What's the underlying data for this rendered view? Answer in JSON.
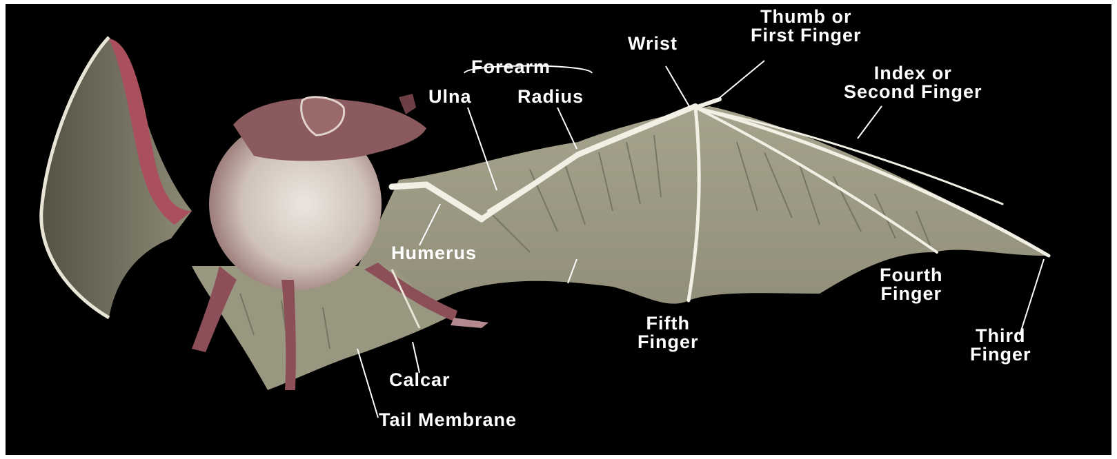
{
  "labels": {
    "forearm": "Forearm",
    "ulna": "Ulna",
    "radius": "Radius",
    "wrist": "Wrist",
    "thumb": [
      "Thumb or",
      "First Finger"
    ],
    "index": [
      "Index or",
      "Second Finger"
    ],
    "humerus": "Humerus",
    "fourth": [
      "Fourth",
      "Finger"
    ],
    "fifth": [
      "Fifth",
      "Finger"
    ],
    "third": [
      "Third",
      "Finger"
    ],
    "calcar": "Calcar",
    "tail": "Tail Membrane"
  },
  "colors": {
    "background": "#000000",
    "membrane": "#9a9781",
    "membrane_dark": "#6f6c5c",
    "bone": "#f2efe4",
    "body_fur": "#d6cbc0",
    "skin": "#8d4f58",
    "label_text": "#ffffff"
  }
}
